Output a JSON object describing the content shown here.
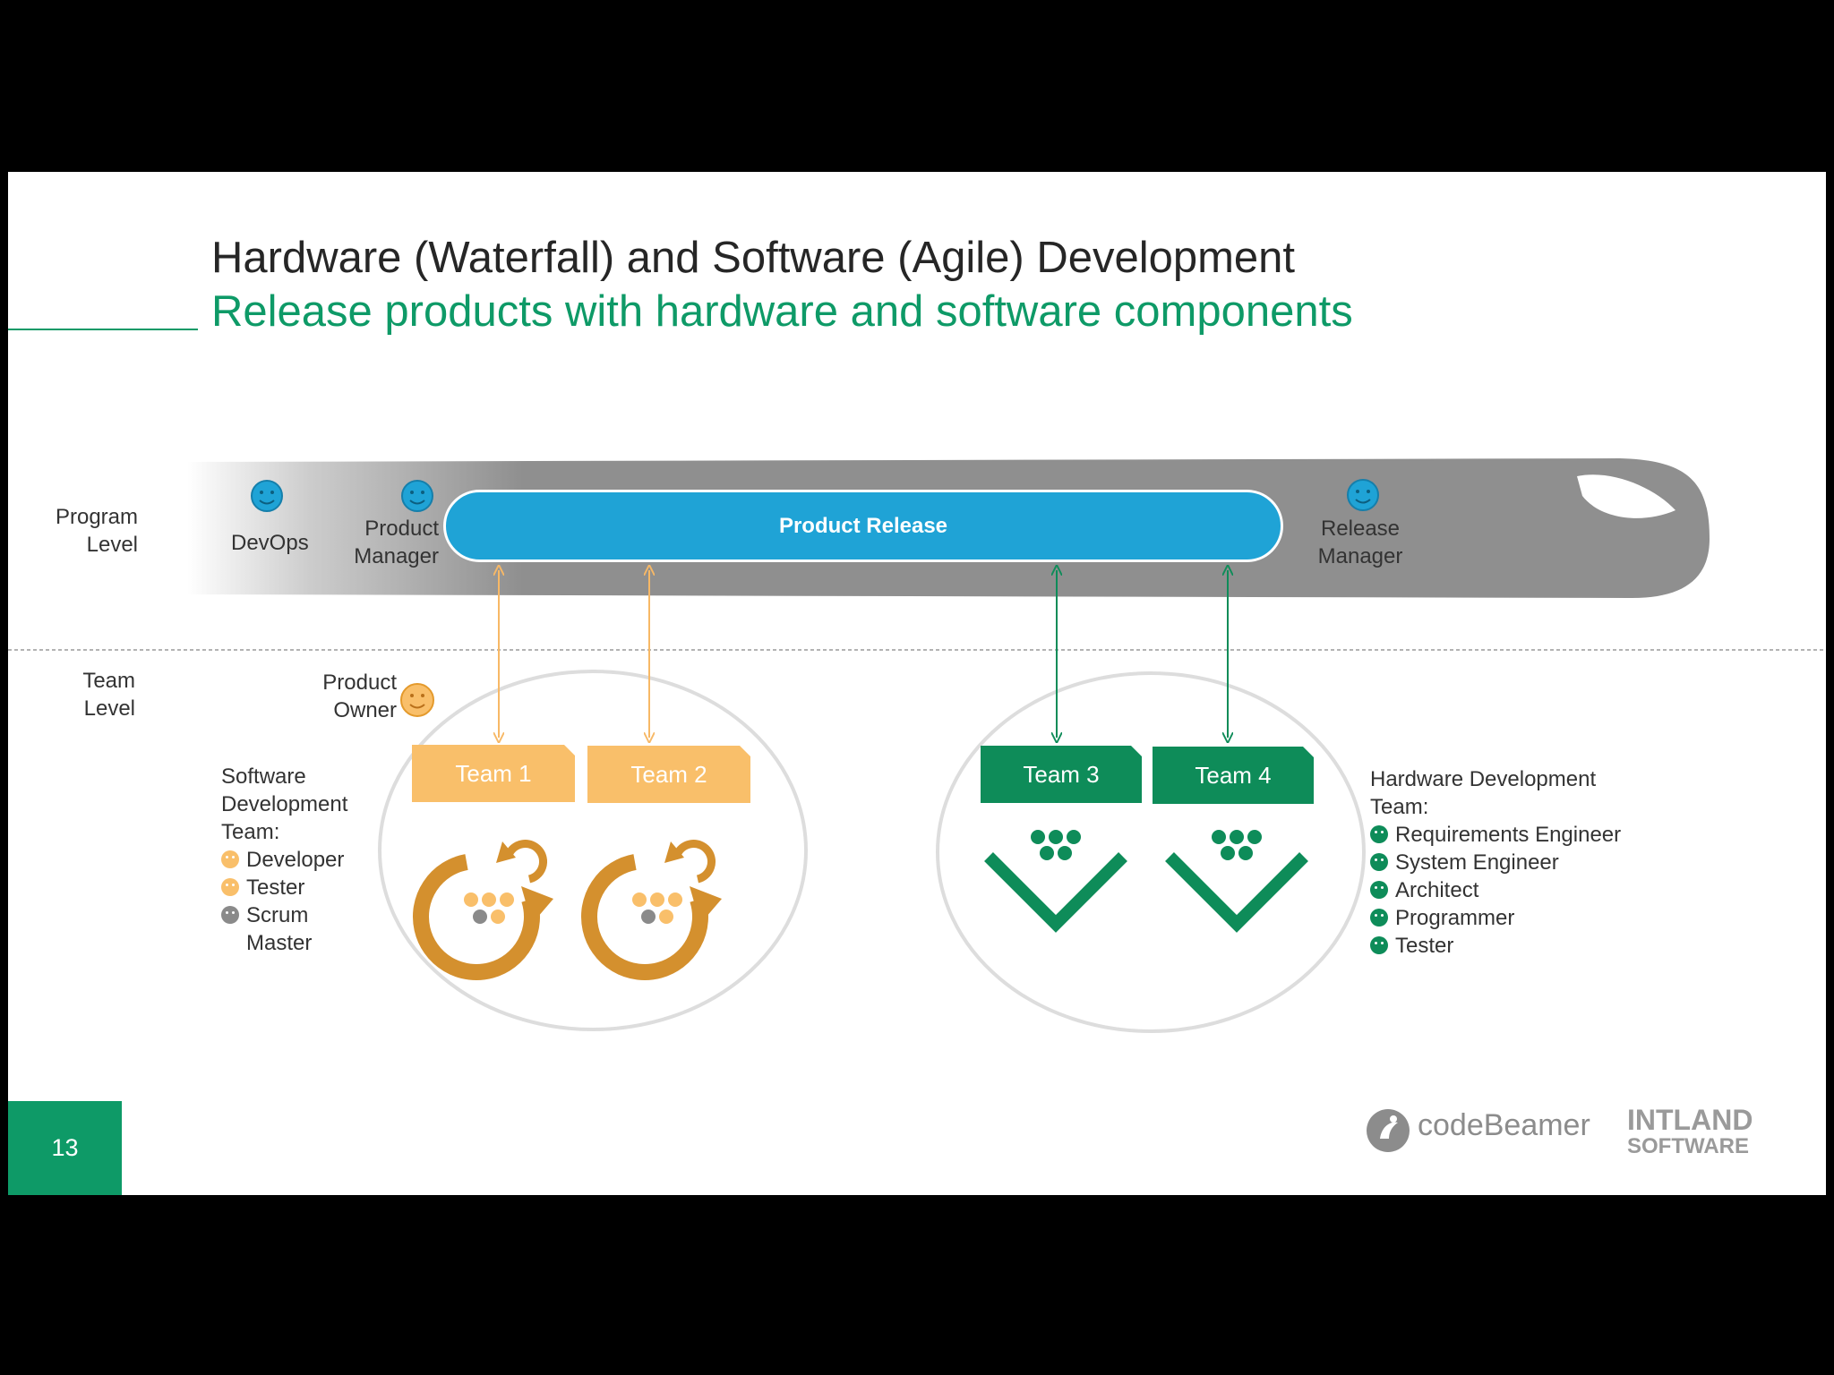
{
  "header": {
    "title": "Hardware (Waterfall) and Software (Agile) Development",
    "subtitle": "Release products with hardware and software components"
  },
  "levels": {
    "program": [
      "Program",
      "Level"
    ],
    "team": [
      "Team",
      "Level"
    ]
  },
  "program_roles": {
    "devops": "DevOps",
    "product_manager": [
      "Product",
      "Manager"
    ],
    "release_manager": [
      "Release",
      "Manager"
    ]
  },
  "product_release": "Product Release",
  "product_owner": [
    "Product",
    "Owner"
  ],
  "software_team": {
    "heading": [
      "Software",
      "Development",
      "Team:"
    ],
    "members": [
      "Developer",
      "Tester",
      "Scrum",
      "Master"
    ],
    "teams": [
      "Team 1",
      "Team 2"
    ]
  },
  "hardware_team": {
    "heading": [
      "Hardware Development",
      "Team:"
    ],
    "members": [
      "Requirements Engineer",
      "System Engineer",
      "Architect",
      "Programmer",
      "Tester"
    ],
    "teams": [
      "Team 3",
      "Team 4"
    ]
  },
  "colors": {
    "accent_green": "#0e9a67",
    "hardware_green": "#0e8c59",
    "software_orange": "#f9bf6a",
    "cycle_orange": "#d4902e",
    "release_blue": "#1fa3d6",
    "scrum_master_gray": "#8a8a8a"
  },
  "icons": {
    "role": "smiley-icon",
    "agile": "iteration-cycle-icon",
    "waterfall": "v-model-icon"
  },
  "footer": {
    "page_number": "13",
    "logo_codebeamer": "codeBeamer",
    "logo_intland": [
      "INTLAND",
      "SOFTWARE"
    ]
  }
}
